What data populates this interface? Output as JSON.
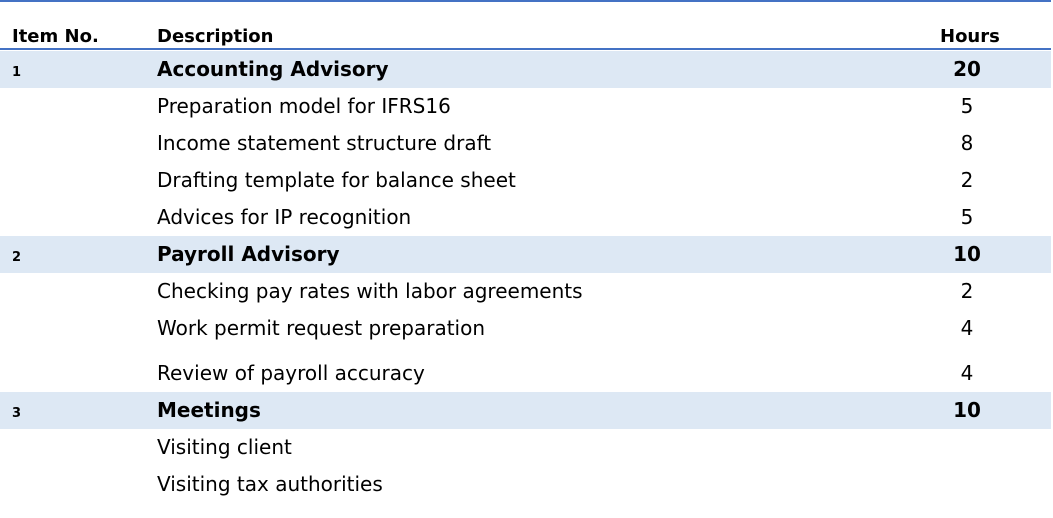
{
  "header": {
    "item_no": "Item No.",
    "description": "Description",
    "hours": "Hours"
  },
  "sections": [
    {
      "item": "1",
      "title": "Accounting Advisory",
      "hours": "20",
      "tasks": [
        {
          "description": "Preparation model for IFRS16",
          "hours": "5"
        },
        {
          "description": "Income statement structure draft",
          "hours": "8"
        },
        {
          "description": "Drafting template for balance sheet",
          "hours": "2"
        },
        {
          "description": "Advices for IP recognition",
          "hours": "5"
        }
      ]
    },
    {
      "item": "2",
      "title": "Payroll Advisory",
      "hours": "10",
      "tasks": [
        {
          "description": "Checking pay rates with labor agreements",
          "hours": "2"
        },
        {
          "description": "Work permit request preparation",
          "hours": "4"
        },
        {
          "description": "Review of payroll accuracy",
          "hours": "4"
        }
      ]
    },
    {
      "item": "3",
      "title": "Meetings",
      "hours": "10",
      "tasks": [
        {
          "description": "Visiting client",
          "hours": ""
        },
        {
          "description": "Visiting tax authorities",
          "hours": ""
        }
      ]
    }
  ],
  "colors": {
    "rule": "#4472c4",
    "section_fill": "#dde8f4"
  }
}
